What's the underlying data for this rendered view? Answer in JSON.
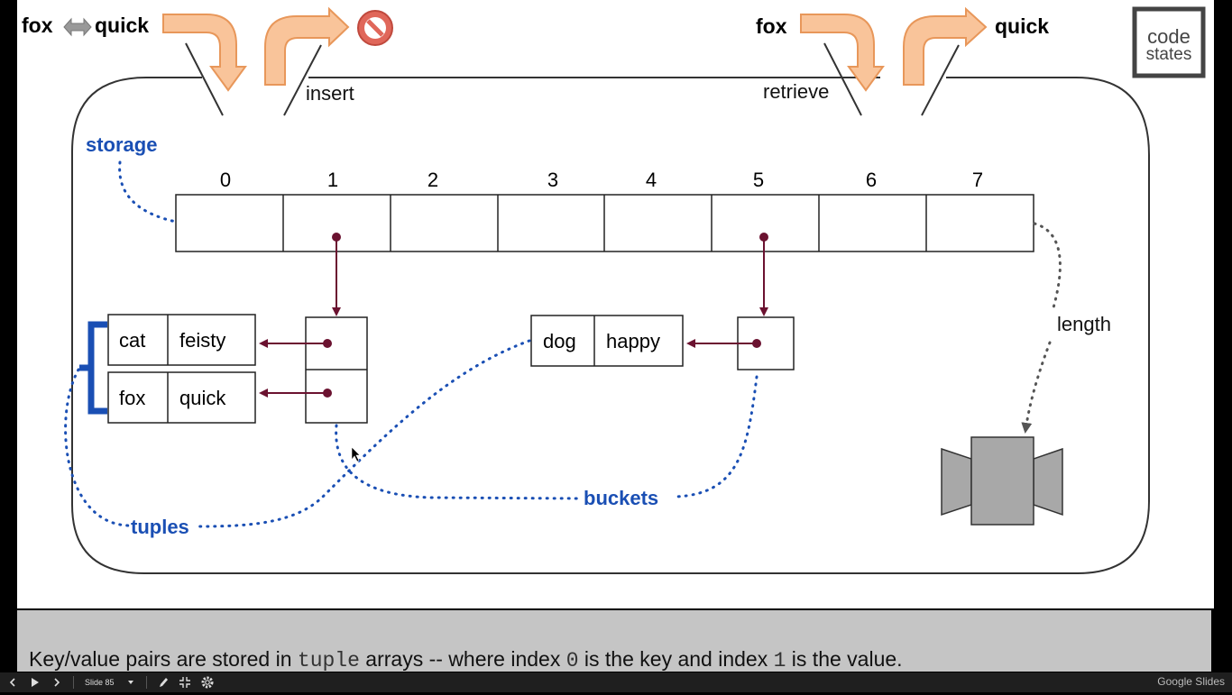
{
  "diagram": {
    "top_left": {
      "key": "fox",
      "value": "quick",
      "insert_label": "insert"
    },
    "top_right": {
      "key": "fox",
      "value": "quick",
      "retrieve_label": "retrieve"
    },
    "logo": {
      "line1": "code",
      "line2": "states"
    },
    "storage_label": "storage",
    "indices": [
      "0",
      "1",
      "2",
      "3",
      "4",
      "5",
      "6",
      "7"
    ],
    "length_label": "length",
    "buckets_label": "buckets",
    "tuples_label": "tuples",
    "tuples": [
      {
        "key": "cat",
        "value": "feisty"
      },
      {
        "key": "fox",
        "value": "quick"
      },
      {
        "key": "dog",
        "value": "happy"
      }
    ],
    "colors": {
      "label_blue": "#1a4fb4",
      "pointer": "#6b1230",
      "arrow_fill": "#f9c49a",
      "arrow_stroke": "#e8975a",
      "stop": "#e0675a"
    }
  },
  "notes": {
    "before": "Key/value pairs are stored in ",
    "code1": "tuple",
    "mid1": " arrays -- where index ",
    "code2": "0",
    "mid2": " is the key and index ",
    "code3": "1",
    "after": " is the value."
  },
  "toolbar": {
    "slide_label": "Slide 85",
    "brand": "Google Slides",
    "icons": [
      "prev-icon",
      "play-icon",
      "next-icon",
      "dropdown-icon",
      "pen-icon",
      "exit-fullscreen-icon",
      "gear-icon"
    ]
  }
}
